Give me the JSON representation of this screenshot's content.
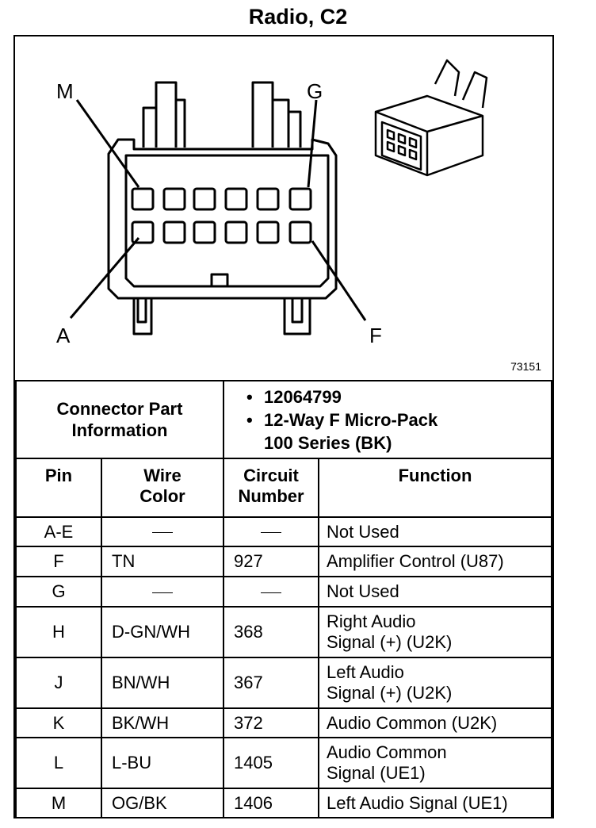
{
  "title": "Radio, C2",
  "figure": {
    "pin_labels": {
      "M": "M",
      "G": "G",
      "A": "A",
      "F": "F"
    },
    "figure_number": "73151"
  },
  "connector_part_information": {
    "label_line1": "Connector Part",
    "label_line2": "Information",
    "part_number": "12064799",
    "description_line1": "12-Way F Micro-Pack",
    "description_line2": "100 Series (BK)",
    "bullet": "•"
  },
  "table": {
    "headers": {
      "pin": "Pin",
      "wire_color_line1": "Wire",
      "wire_color_line2": "Color",
      "circuit_line1": "Circuit",
      "circuit_line2": "Number",
      "function": "Function"
    },
    "rows": [
      {
        "pin": "A-E",
        "wire": "—",
        "circuit": "—",
        "function_line1": "Not Used",
        "function_line2": ""
      },
      {
        "pin": "F",
        "wire": "TN",
        "circuit": "927",
        "function_line1": "Amplifier Control (U87)",
        "function_line2": ""
      },
      {
        "pin": "G",
        "wire": "—",
        "circuit": "—",
        "function_line1": "Not Used",
        "function_line2": ""
      },
      {
        "pin": "H",
        "wire": "D-GN/WH",
        "circuit": "368",
        "function_line1": "Right Audio",
        "function_line2": "Signal (+) (U2K)"
      },
      {
        "pin": "J",
        "wire": "BN/WH",
        "circuit": "367",
        "function_line1": "Left Audio",
        "function_line2": "Signal (+) (U2K)"
      },
      {
        "pin": "K",
        "wire": "BK/WH",
        "circuit": "372",
        "function_line1": "Audio Common (U2K)",
        "function_line2": ""
      },
      {
        "pin": "L",
        "wire": "L-BU",
        "circuit": "1405",
        "function_line1": "Audio Common",
        "function_line2": "Signal (UE1)"
      },
      {
        "pin": "M",
        "wire": "OG/BK",
        "circuit": "1406",
        "function_line1": "Left Audio Signal (UE1)",
        "function_line2": ""
      }
    ]
  }
}
